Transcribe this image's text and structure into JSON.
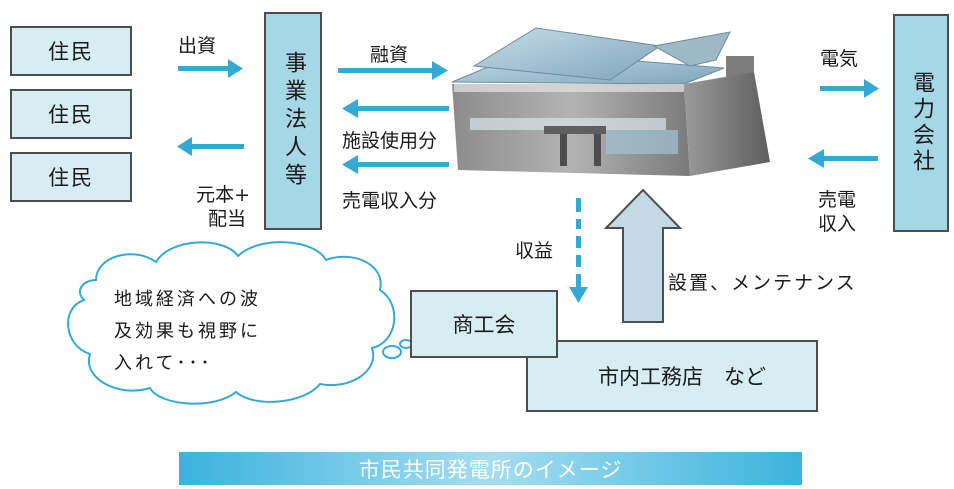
{
  "residents": [
    "住民",
    "住民",
    "住民"
  ],
  "business": "事業法人等",
  "investment": "出資",
  "principal": {
    "line1": "元本+",
    "line2": "配当"
  },
  "financing": "融資",
  "facility_share": "施設使用分",
  "sales_share": "売電収入分",
  "electricity": "電気",
  "power_company": "電力会社",
  "power_revenue": "売電収入",
  "profit": "収益",
  "install": "設置、メンテナンス",
  "cloud": {
    "line1": "地域経済への波",
    "line2": "及効果も視野に",
    "line3": "入れて･･･"
  },
  "chamber": "商工会",
  "builders": "市内工務店　など",
  "caption": "市民共同発電所のイメージ",
  "colors": {
    "arrow": "#35a9d6",
    "box": "#a6d7e6",
    "light_box": "#d6edf4",
    "up_arrow": "#c3d9e3"
  }
}
